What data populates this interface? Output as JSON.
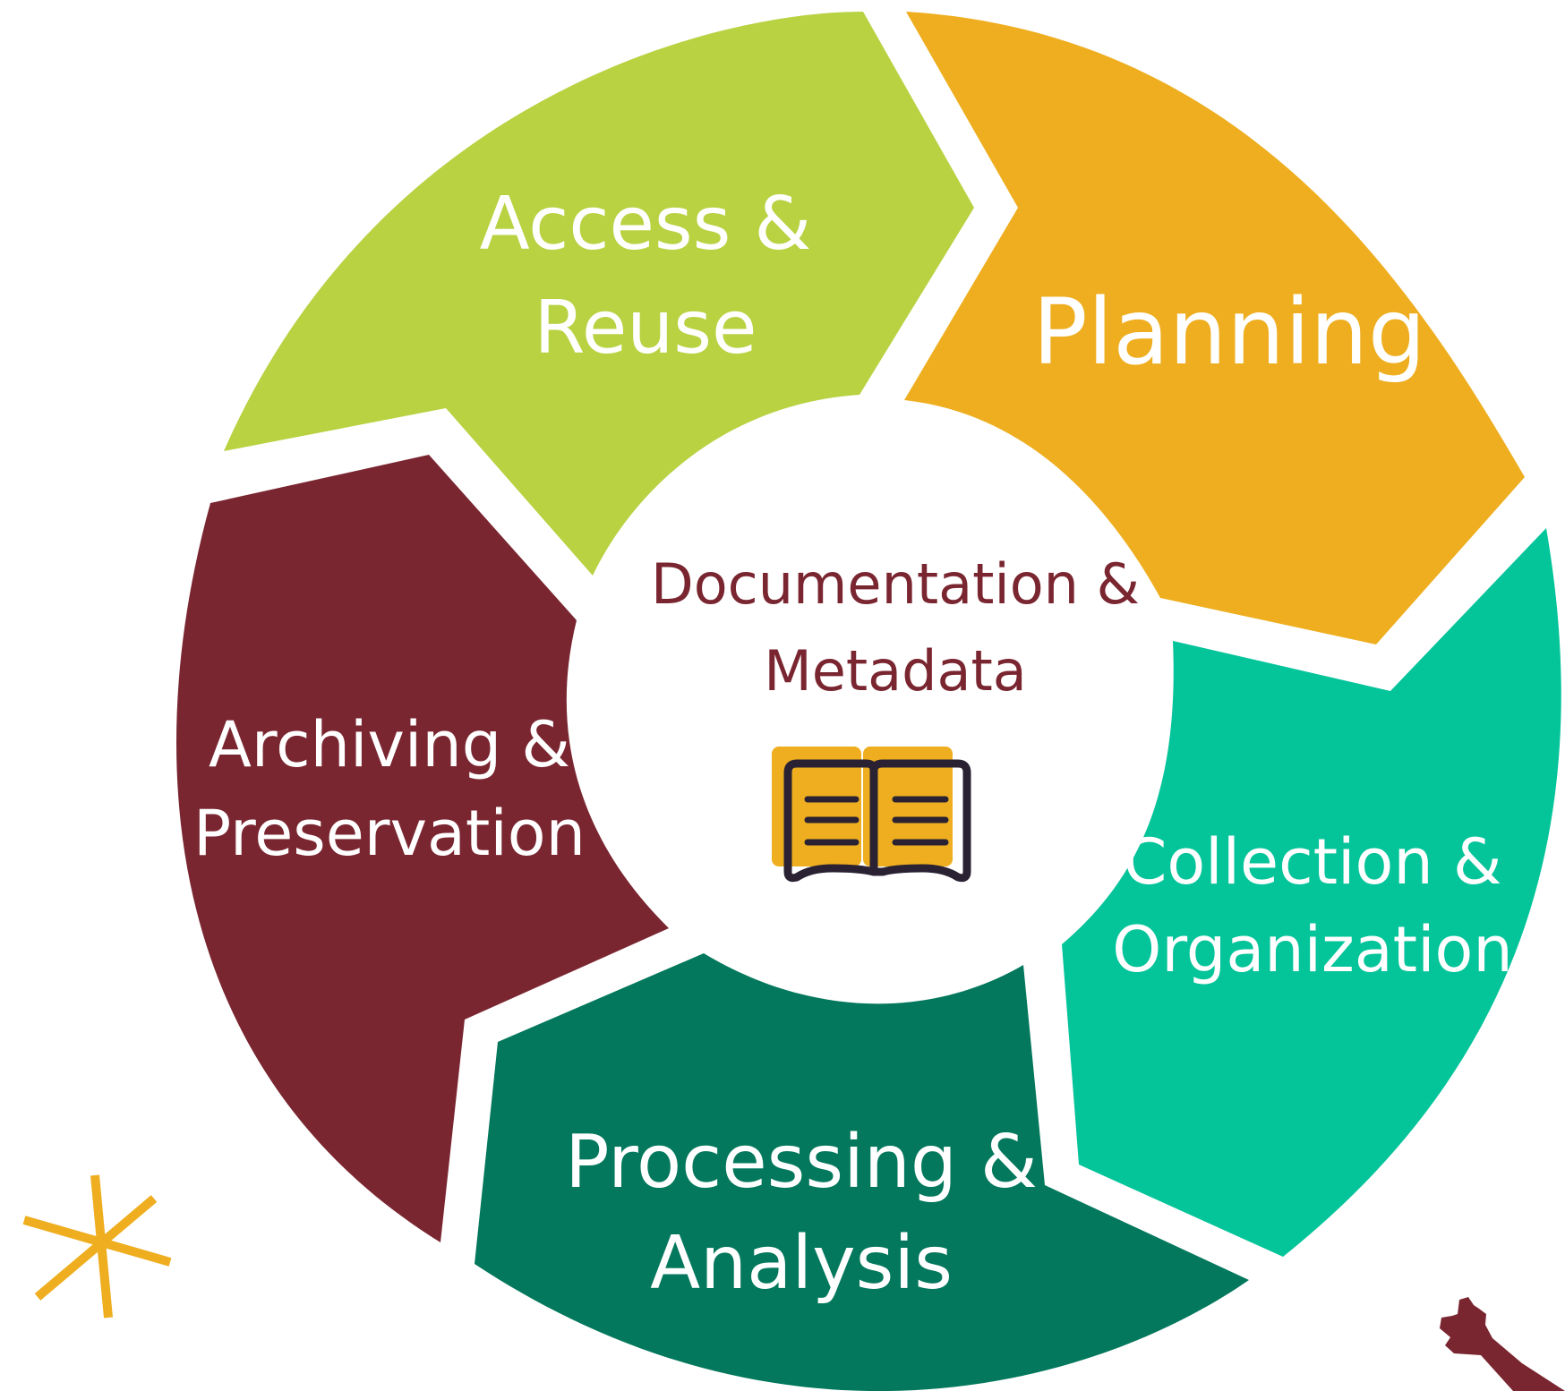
{
  "segments": [
    {
      "id": "planning",
      "lines": [
        "Planning"
      ],
      "color": "#EEAE1F",
      "text_color": "#FFFFFF"
    },
    {
      "id": "collection",
      "lines": [
        "Collection &",
        "Organization"
      ],
      "color": "#04C49A",
      "text_color": "#FFFFFF"
    },
    {
      "id": "processing",
      "lines": [
        "Processing &",
        "Analysis"
      ],
      "color": "#03785C",
      "text_color": "#FFFFFF"
    },
    {
      "id": "archiving",
      "lines": [
        "Archiving &",
        "Preservation"
      ],
      "color": "#7A2631",
      "text_color": "#FFFFFF"
    },
    {
      "id": "access",
      "lines": [
        "Access &",
        "Reuse"
      ],
      "color": "#B8D242",
      "text_color": "#FFFFFF"
    }
  ],
  "center": {
    "lines": [
      "Documentation &",
      "Metadata"
    ],
    "text_color": "#7A2631",
    "icon": "open-book-icon",
    "icon_fill": "#EEAE1F",
    "icon_stroke": "#2A2233"
  },
  "decorations": {
    "sparkle": {
      "icon": "sparkle-icon",
      "color": "#EEAE1F"
    },
    "corner_mark": {
      "icon": "wrench-icon",
      "color": "#7A2631"
    }
  }
}
